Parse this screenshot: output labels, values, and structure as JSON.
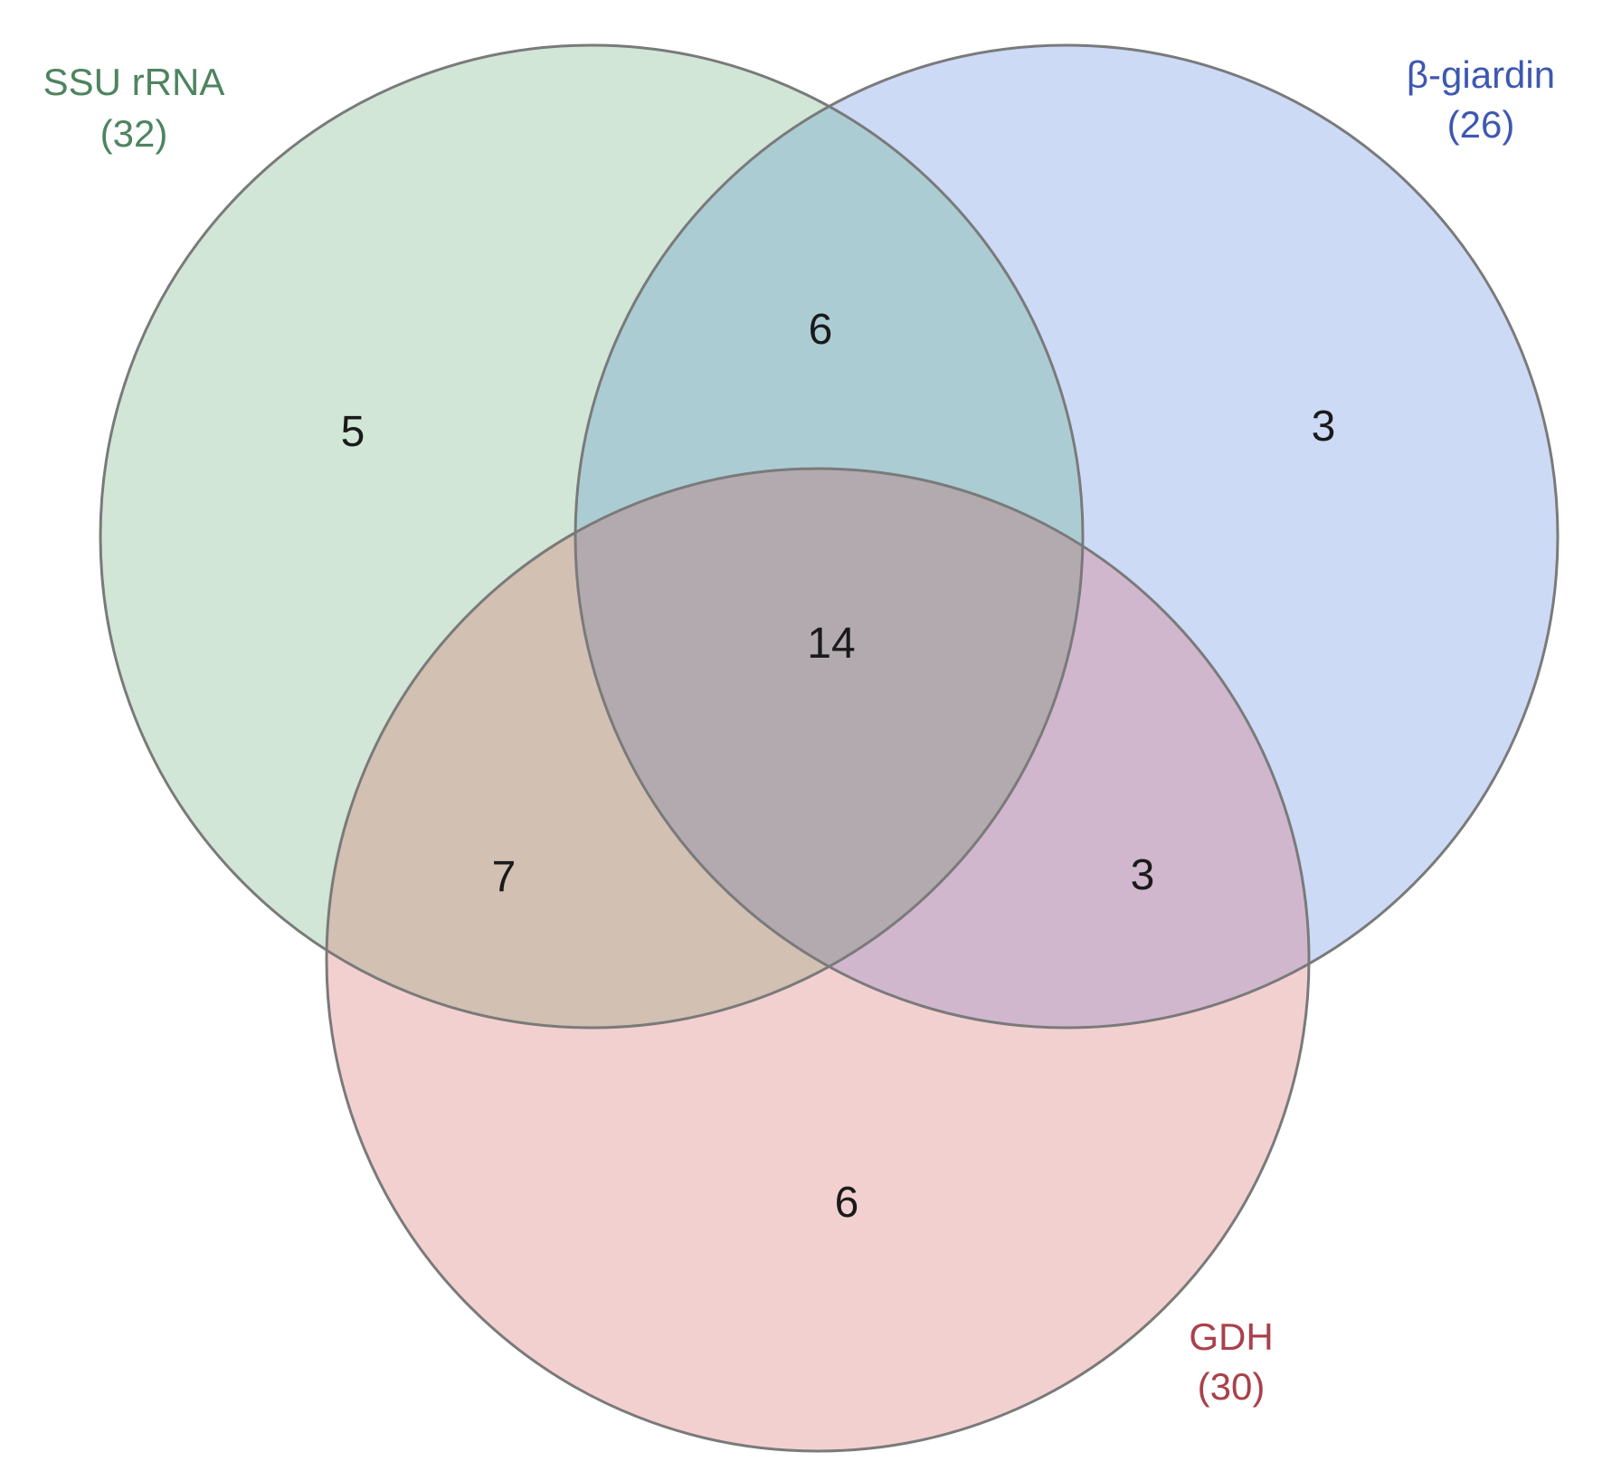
{
  "sets": [
    {
      "id": "ssu",
      "name": "SSU rRNA",
      "total": "(32)",
      "fill": "#d1e6d6",
      "label_color": "#4e8460"
    },
    {
      "id": "beta",
      "name": "β-giardin",
      "total": "(26)",
      "fill": "#ccdaf6",
      "label_color": "#3d58b0"
    },
    {
      "id": "gdh",
      "name": "GDH",
      "total": "(30)",
      "fill": "#f3d0d0",
      "label_color": "#a8414a"
    }
  ],
  "stroke_color": "#7a7a7a",
  "regions": {
    "ssu_only": "5",
    "beta_only": "3",
    "gdh_only": "6",
    "ssu_beta": "6",
    "ssu_gdh": "7",
    "beta_gdh": "3",
    "all_three": "14"
  }
}
